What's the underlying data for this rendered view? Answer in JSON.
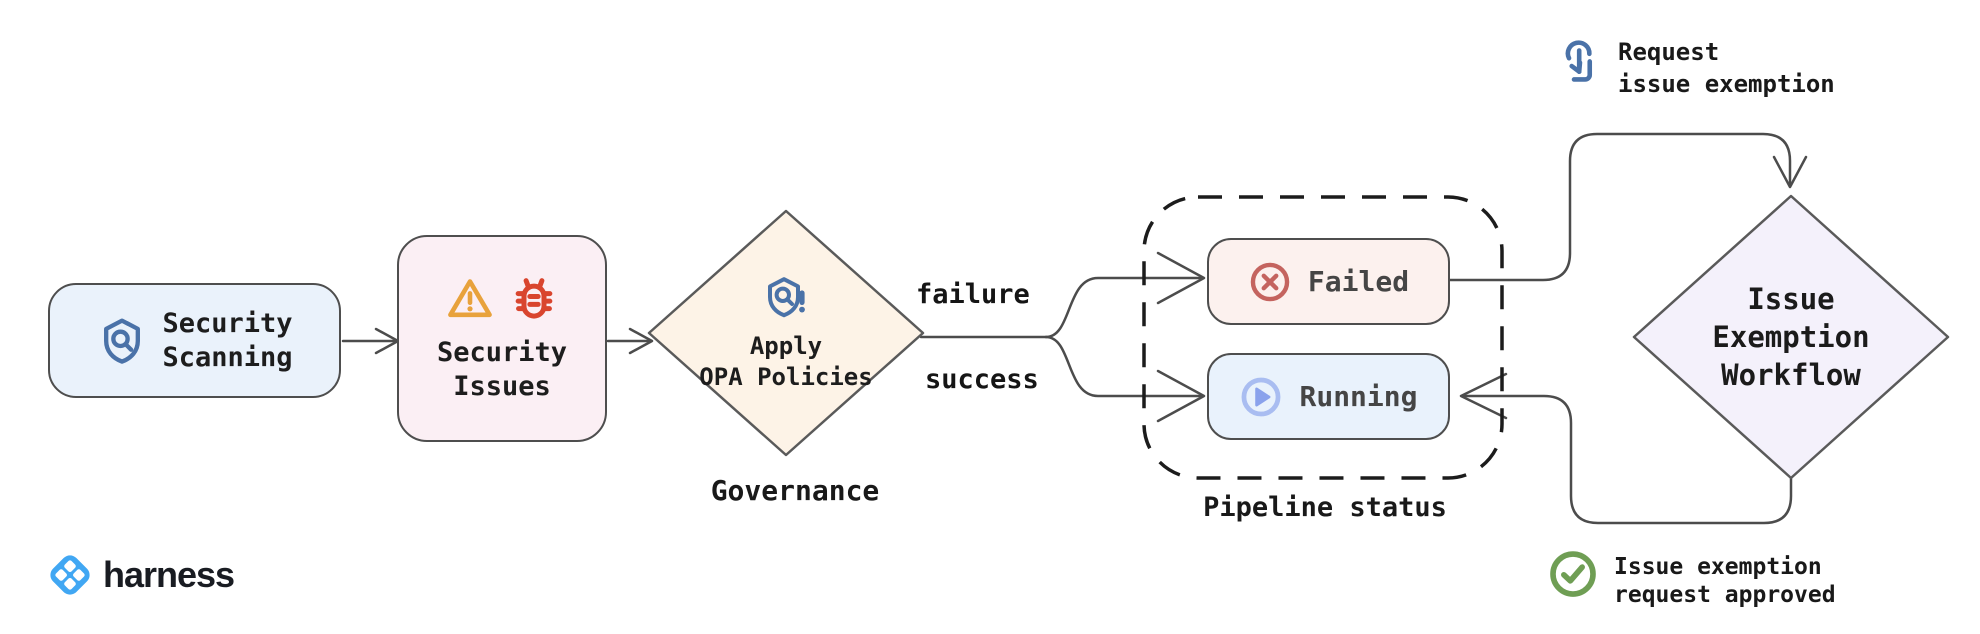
{
  "diagram": {
    "nodes": {
      "security_scanning": {
        "line1": "Security",
        "line2": "Scanning",
        "fill": "#eaf2fb"
      },
      "security_issues": {
        "line1": "Security",
        "line2": "Issues",
        "fill": "#fbeff4"
      },
      "apply_opa": {
        "line1": "Apply",
        "line2": "OPA Policies",
        "caption": "Governance",
        "fill": "#fdf3e7"
      },
      "failed": {
        "label": "Failed",
        "fill": "#fcf1ee"
      },
      "running": {
        "label": "Running",
        "fill": "#e9f2fc"
      },
      "pipeline_group": {
        "caption": "Pipeline status"
      },
      "issue_exemption": {
        "line1": "Issue",
        "line2": "Exemption",
        "line3": "Workflow",
        "fill": "#f4f1fb"
      }
    },
    "edges": {
      "failure_label": "failure",
      "success_label": "success"
    },
    "annotations": {
      "request_exemption": {
        "line1": "Request",
        "line2": "issue exemption"
      },
      "approved": {
        "line1": "Issue exemption",
        "line2": "request approved"
      }
    },
    "branding": {
      "logo_text": "harness",
      "logo_color": "#41a7f3"
    },
    "colors": {
      "icon_blue": "#4a72a8",
      "warning_orange": "#e8a23c",
      "bug_red": "#d9452e",
      "failed_red": "#c4645f",
      "running_blue": "#8aa2ec",
      "running_ring": "#a9bdf1",
      "approved_green": "#6f9e54",
      "wire_stroke": "#4c4c4c"
    }
  }
}
